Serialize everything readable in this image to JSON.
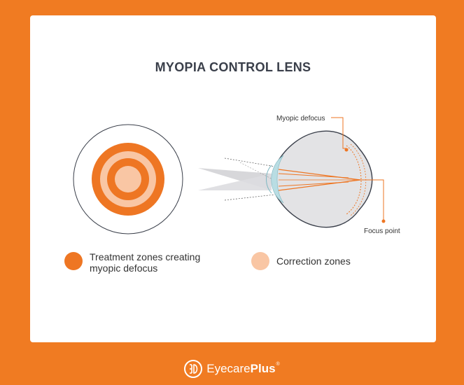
{
  "title": "MYOPIA CONTROL LENS",
  "annotations": {
    "myopic_defocus": "Myopic defocus",
    "focus_point": "Focus point"
  },
  "legend": [
    {
      "label_line1": "Treatment zones creating",
      "label_line2": "myopic defocus",
      "color": "#EE7623"
    },
    {
      "label_line1": "Correction zones",
      "label_line2": "",
      "color": "#F9C6A4"
    }
  ],
  "brand": {
    "name_part1": "Eyecare",
    "name_part2": "Plus",
    "registered": "®"
  },
  "colors": {
    "background": "#F07B22",
    "treatment": "#EE7623",
    "correction": "#F9C6A4",
    "eye_fill": "#E3E3E5",
    "eye_stroke": "#3A3F4A",
    "lens": "#B9DDE3"
  }
}
